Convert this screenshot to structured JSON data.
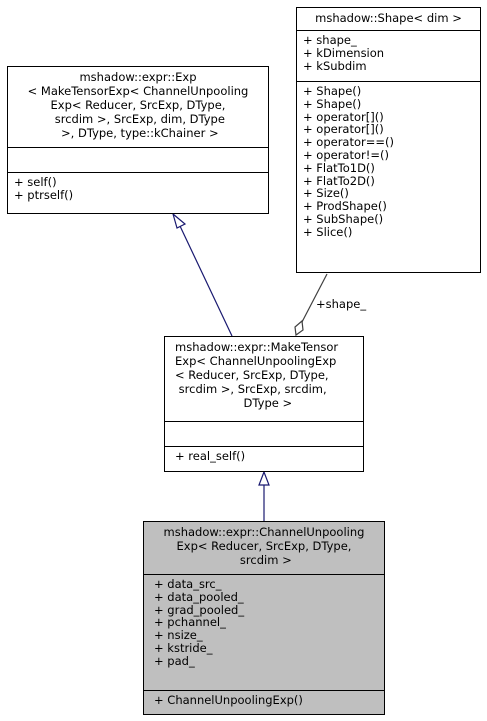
{
  "nodes": {
    "exp": {
      "title_lines": [
        "mshadow::expr::Exp",
        "< MakeTensorExp< ChannelUnpooling",
        "Exp< Reducer, SrcExp, DType,",
        " srcdim >, SrcExp, dim, DType",
        " >, DType, type::kChainer >"
      ],
      "attributes": [],
      "methods": [
        "+ self()",
        "+ ptrself()"
      ]
    },
    "shape": {
      "title_lines": [
        "mshadow::Shape< dim >"
      ],
      "attributes": [
        "+ shape_",
        "+ kDimension",
        "+ kSubdim"
      ],
      "methods": [
        "+ Shape()",
        "+ Shape()",
        "+ operator[]()",
        "+ operator[]()",
        "+ operator==()",
        "+ operator!=()",
        "+ FlatTo1D()",
        "+ FlatTo2D()",
        "+ Size()",
        "+ ProdShape()",
        "+ SubShape()",
        "+ Slice()"
      ]
    },
    "make_tensor": {
      "title_lines": [
        "mshadow::expr::MakeTensor",
        "Exp< ChannelUnpoolingExp",
        "< Reducer, SrcExp, DType,",
        " srcdim >, SrcExp, srcdim,",
        " DType >"
      ],
      "attributes": [],
      "methods": [
        "+ real_self()"
      ]
    },
    "channel_unpooling": {
      "title_lines": [
        "mshadow::expr::ChannelUnpooling",
        "Exp< Reducer, SrcExp, DType,",
        " srcdim >"
      ],
      "attributes": [
        "+ data_src_",
        "+ data_pooled_",
        "+ grad_pooled_",
        "+ pchannel_",
        "+ nsize_",
        "+ kstride_",
        "+ pad_"
      ],
      "methods": [
        "+ ChannelUnpoolingExp()"
      ]
    }
  },
  "edges": {
    "shape_label": "+shape_"
  },
  "colors": {
    "edge": "#191970",
    "highlight_fill": "#bfbfbf"
  }
}
